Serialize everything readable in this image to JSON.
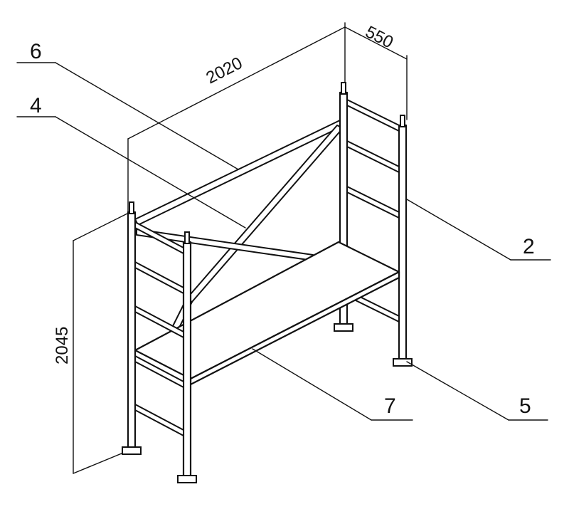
{
  "dimensions": {
    "length": "2020",
    "depth": "550",
    "height": "2045"
  },
  "callouts": {
    "c6": "6",
    "c4": "4",
    "c2": "2",
    "c7": "7",
    "c5": "5"
  }
}
